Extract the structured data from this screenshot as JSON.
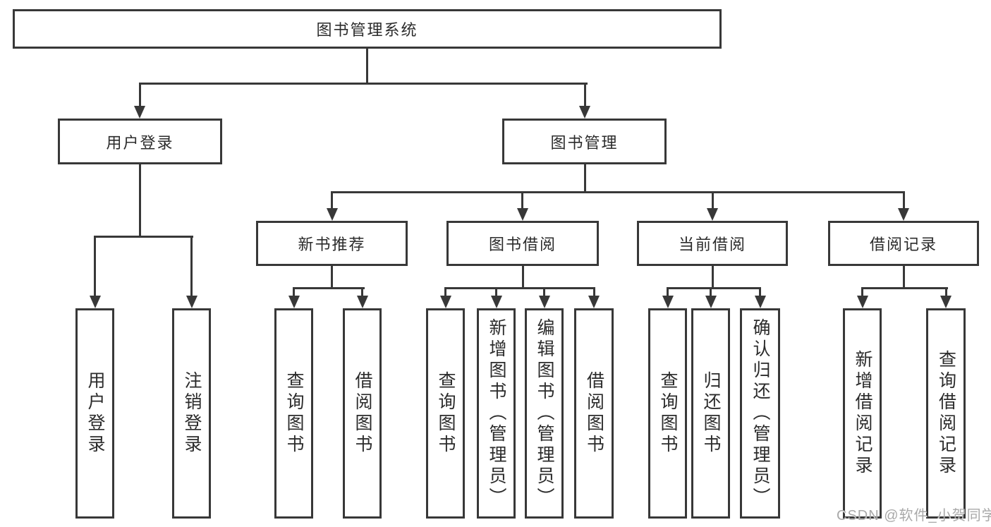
{
  "diagram": {
    "title": "图书管理系统",
    "level2": {
      "user_login": "用户登录",
      "book_management": "图书管理"
    },
    "level3": {
      "new_book_recommend": "新书推荐",
      "book_borrowing": "图书借阅",
      "current_borrowing": "当前借阅",
      "borrowing_records": "借阅记录"
    },
    "leaves": {
      "user": [
        "用户登录",
        "注销登录"
      ],
      "recommend": [
        "查询图书",
        "借阅图书"
      ],
      "borrow": [
        "查询图书",
        "新增图书（管理员）",
        "编辑图书（管理员）",
        "借阅图书"
      ],
      "current": [
        "查询图书",
        "归还图书",
        "确认归还（管理员）"
      ],
      "records": [
        "新增借阅记录",
        "查询借阅记录"
      ]
    },
    "watermark": "CSDN @软件_小贺同学",
    "colors": {
      "line": "#383838",
      "text": "#2b2b2b",
      "background": "#ffffff",
      "watermark": "#a9a9a9"
    }
  }
}
